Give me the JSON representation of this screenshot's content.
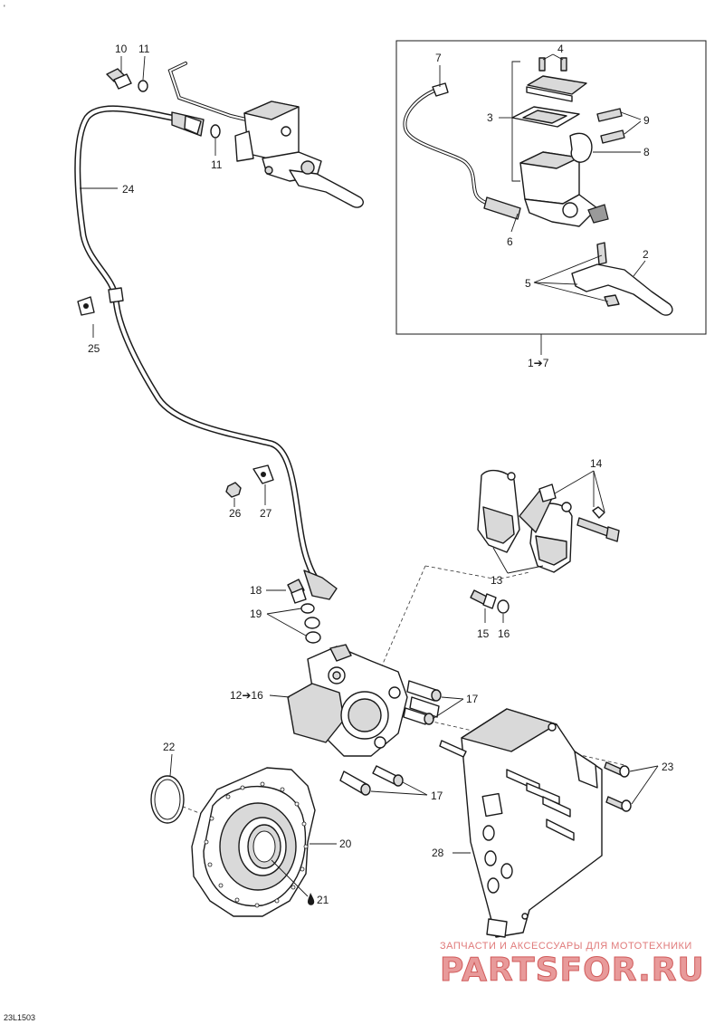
{
  "diagram_code": "23L1503",
  "corner_mark": "'",
  "labels": {
    "l10": "10",
    "l11a": "11",
    "l11b": "11",
    "l24": "24",
    "l25": "25",
    "l7": "7",
    "l4": "4",
    "l3": "3",
    "l9": "9",
    "l8": "8",
    "l6": "6",
    "l2": "2",
    "l5": "5",
    "kit_1_7": "1➔7",
    "l14": "14",
    "l13": "13",
    "l18": "18",
    "l19": "19",
    "l26": "26",
    "l27": "27",
    "l15": "15",
    "l16": "16",
    "kit_12_16": "12➔16",
    "l17a": "17",
    "l17b": "17",
    "l22": "22",
    "l20": "20",
    "l21": "21",
    "l23": "23",
    "l28": "28"
  },
  "watermark": {
    "subtitle": "ЗАПЧАСТИ И АКСЕССУАРЫ ДЛЯ МОТОТЕХНИКИ",
    "brand": "PARTSFOR.RU"
  },
  "icons": {
    "drop": "oil-drop-icon",
    "arrow": "kit-arrow-icon"
  }
}
